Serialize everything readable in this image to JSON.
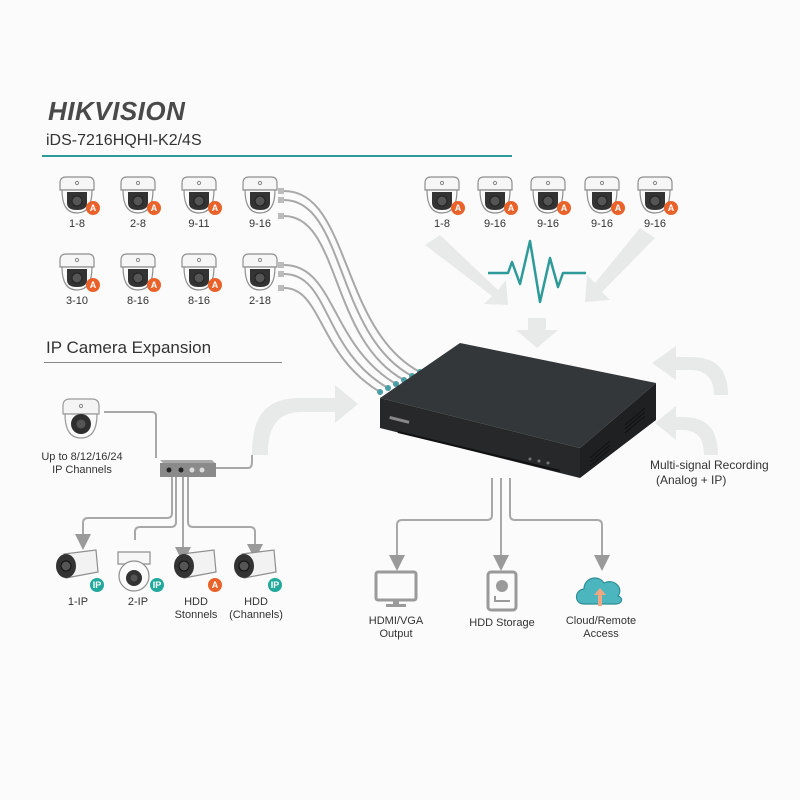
{
  "header": {
    "brand": "HIKVISION",
    "model": "iDS-7216HQHI-K2/4S"
  },
  "colors": {
    "accent_teal": "#2f9a9a",
    "analog_badge": "#e8622a",
    "ip_badge": "#23a89c",
    "cloud": "#4cb6bf",
    "dvr_body": "#2e3033",
    "cable": "#aaaaaa",
    "flow_arrow": "#e6e8e8"
  },
  "analog_cameras_left": [
    {
      "label": "1-8",
      "badge": "A"
    },
    {
      "label": "2-8",
      "badge": "A"
    },
    {
      "label": "9-11",
      "badge": "A"
    },
    {
      "label": "9-16",
      "badge": ""
    },
    {
      "label": "3-10",
      "badge": "A"
    },
    {
      "label": "8-16",
      "badge": "A"
    },
    {
      "label": "8-16",
      "badge": "A"
    },
    {
      "label": "2-18",
      "badge": ""
    }
  ],
  "analog_cameras_right": [
    {
      "label": "1-8",
      "badge": "A"
    },
    {
      "label": "9-16",
      "badge": "A"
    },
    {
      "label": "9-16",
      "badge": "A"
    },
    {
      "label": "9-16",
      "badge": "A"
    },
    {
      "label": "9-16",
      "badge": "A"
    }
  ],
  "signal_icon": "waveform-icon",
  "ip_section": {
    "title": "IP Camera Expansion",
    "source_label_line1": "Up to 8/12/16/24",
    "source_label_line2": "IP Channels",
    "cameras": [
      {
        "label_line1": "1-IP",
        "label_line2": "",
        "badge": "IP",
        "type": "bullet"
      },
      {
        "label_line1": "2-IP",
        "label_line2": "",
        "badge": "IP",
        "type": "dome"
      },
      {
        "label_line1": "HDD",
        "label_line2": "Stonnels",
        "badge": "A",
        "type": "bullet"
      },
      {
        "label_line1": "HDD",
        "label_line2": "(Channels)",
        "badge": "IP",
        "type": "bullet"
      }
    ]
  },
  "recording": {
    "line1": "Multi-signal Recording",
    "line2": "(Analog + IP)"
  },
  "outputs": [
    {
      "line1": "HDMI/VGA",
      "line2": "Output",
      "icon": "monitor-icon"
    },
    {
      "line1": "HDD Storage",
      "line2": "",
      "icon": "hard-drive-icon"
    },
    {
      "line1": "Cloud/Remote",
      "line2": "Access",
      "icon": "cloud-upload-icon"
    }
  ]
}
